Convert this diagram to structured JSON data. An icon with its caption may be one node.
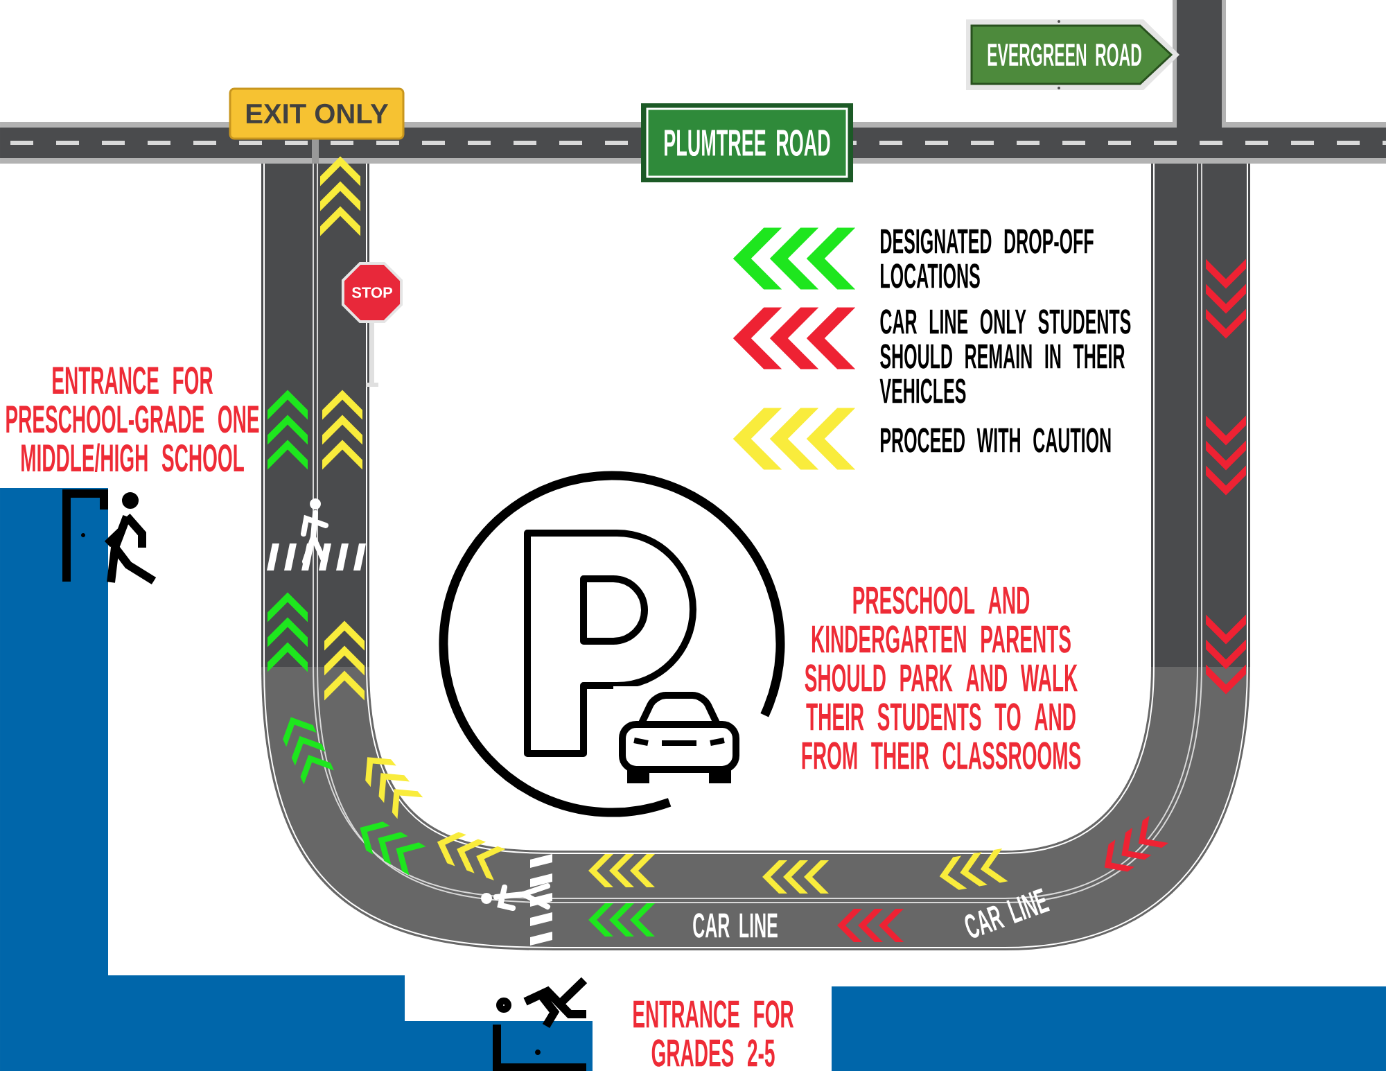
{
  "diagram": {
    "nodes": [
      {
        "text": [
          "EVERGREEN ROAD"
        ]
      },
      {
        "text": [
          "EXIT ONLY"
        ]
      },
      {
        "text": [
          "PLUMTREE ROAD"
        ]
      },
      {
        "text": [
          "STOP"
        ]
      }
    ],
    "labels": [
      "ENTRANCE FOR PRESCHOOL-GRADE ONE MIDDLE/HIGH SCHOOL",
      "PRESCHOOL AND KINDERGARTEN PARENTS SHOULD PARK AND WALK THEIR STUDENTS TO AND FROM THEIR CLASSROOMS",
      "CAR LINE",
      "CAR LINE",
      "ENTRANCE FOR GRADES 2-5"
    ],
    "legend": [
      {
        "text": "DESIGNATED DROP-OFF LOCATIONS",
        "color": "#1ee61e"
      },
      {
        "text": "CAR LINE ONLY STUDENTS SHOULD REMAIN IN THEIR VEHICLES",
        "color": "#ee2233"
      },
      {
        "text": "PROCEED WITH CAUTION",
        "color": "#f9ec3c"
      }
    ]
  }
}
